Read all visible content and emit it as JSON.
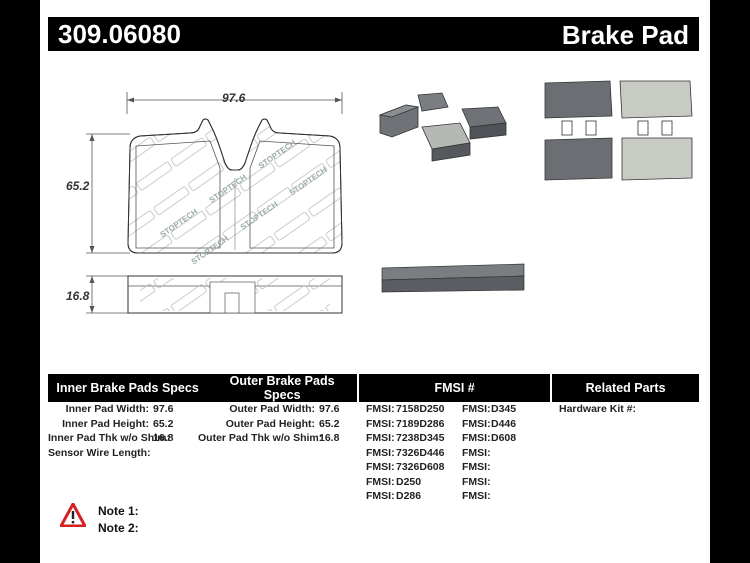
{
  "header": {
    "part_number": "309.06080",
    "title": "Brake Pad"
  },
  "diagram": {
    "width_label": "97.6",
    "height_label": "65.2",
    "thickness_label": "16.8",
    "logo_text": "STOPTECH"
  },
  "table": {
    "headers": [
      "Inner Brake Pads Specs",
      "Outer Brake Pads Specs",
      "FMSI #",
      "Related Parts"
    ],
    "inner": [
      {
        "label": "Inner Pad Width:",
        "value": "97.6"
      },
      {
        "label": "Inner Pad Height:",
        "value": "65.2"
      },
      {
        "label": "Inner Pad Thk w/o Shim:",
        "value": "16.8"
      },
      {
        "label": "Sensor Wire Length:",
        "value": ""
      }
    ],
    "outer": [
      {
        "label": "Outer Pad Width:",
        "value": "97.6"
      },
      {
        "label": "Outer Pad Height:",
        "value": "65.2"
      },
      {
        "label": "Outer Pad Thk w/o Shim:",
        "value": "16.8"
      }
    ],
    "fmsi_left": [
      {
        "label": "FMSI:",
        "value": "7158D250"
      },
      {
        "label": "FMSI:",
        "value": "7189D286"
      },
      {
        "label": "FMSI:",
        "value": "7238D345"
      },
      {
        "label": "FMSI:",
        "value": "7326D446"
      },
      {
        "label": "FMSI:",
        "value": "7326D608"
      },
      {
        "label": "FMSI:",
        "value": "D250"
      },
      {
        "label": "FMSI:",
        "value": "D286"
      }
    ],
    "fmsi_right": [
      {
        "label": "FMSI:",
        "value": "D345"
      },
      {
        "label": "FMSI:",
        "value": "D446"
      },
      {
        "label": "FMSI:",
        "value": "D608"
      },
      {
        "label": "FMSI:",
        "value": ""
      },
      {
        "label": "FMSI:",
        "value": ""
      },
      {
        "label": "FMSI:",
        "value": ""
      },
      {
        "label": "FMSI:",
        "value": ""
      }
    ],
    "related": [
      {
        "label": "Hardware Kit #:",
        "value": ""
      }
    ]
  },
  "notes": {
    "note1": "Note 1:",
    "note2": "Note 2:"
  },
  "colors": {
    "header_bg": "#000000",
    "pad_photo": "#6f7377",
    "pad_face": "#c7cbc4",
    "warning_red": "#d32020"
  },
  "icons": [
    "warning-triangle-icon"
  ]
}
